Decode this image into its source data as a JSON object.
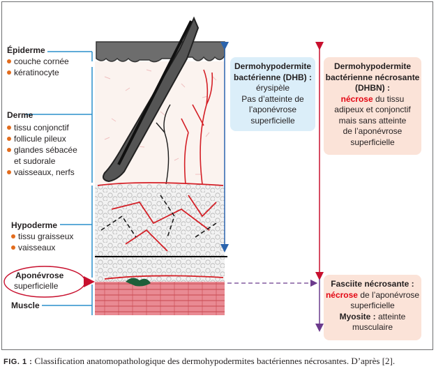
{
  "labels": {
    "epiderme": "Épiderme",
    "epiderme_items": [
      "couche cornée",
      "kératinocyte"
    ],
    "derme": "Derme",
    "derme_items": [
      "tissu conjonctif",
      "follicule pileux",
      "glandes sébacée",
      "et sudorale",
      "vaisseaux, nerfs"
    ],
    "hypoderme": "Hypoderme",
    "hypoderme_items": [
      "tissu graisseux",
      "vaisseaux"
    ],
    "aponevrose": "Aponévrose",
    "aponevrose_2": "superficielle",
    "muscle": "Muscle"
  },
  "dhb": {
    "title_1": "Dermohypodermite",
    "title_2": "bactérienne (DHB) :",
    "l1": "érysipèle",
    "l2": "Pas d’atteinte de",
    "l3": "l’aponévrose",
    "l4": "superficielle"
  },
  "dhbn": {
    "title_1": "Dermohypodermite",
    "title_2": "bactérienne nécrosante",
    "title_3": "(DHBN) :",
    "red": "nécrose",
    "l1": " du tissu",
    "l2": "adipeux et conjonctif",
    "l3": "mais sans atteinte",
    "l4": "de l’aponévrose",
    "l5": "superficielle"
  },
  "fasciite": {
    "title": "Fasciite nécrosante :",
    "red": "nécrose",
    "l1": " de l’aponévrose",
    "l2": "superficielle",
    "myosite": "Myosite :",
    "l3": " atteinte",
    "l4": "musculaire"
  },
  "caption": {
    "fig": "FIG. 1 :",
    "text": " Classification anatomopathologique des dermohypodermites bactériennes nécrosantes. D’après [2]."
  },
  "colors": {
    "dhb_bg": "#dbeef9",
    "dhbn_bg": "#fbe3d8",
    "accent_blue": "#2a8fcb",
    "accent_red": "#c8102e",
    "bullet": "#e36c1d"
  }
}
